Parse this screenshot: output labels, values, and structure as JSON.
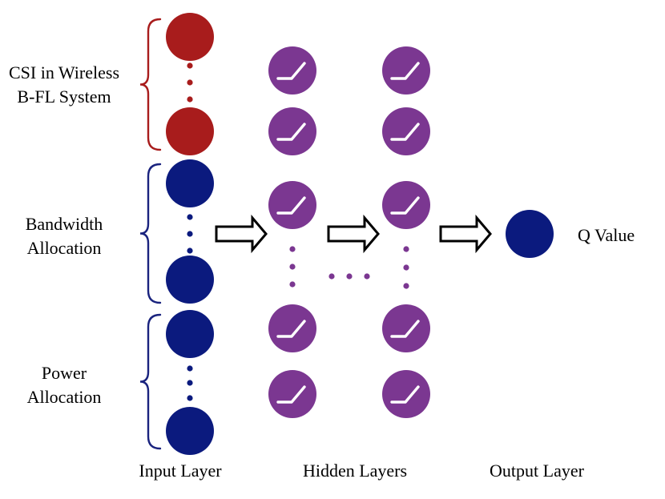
{
  "groups": {
    "csi": {
      "line1": "CSI in Wireless",
      "line2": "B-FL System"
    },
    "bandwidth": {
      "line1": "Bandwidth",
      "line2": "Allocation"
    },
    "power": {
      "line1": "Power",
      "line2": "Allocation"
    }
  },
  "output": {
    "label": "Q Value"
  },
  "layers": {
    "input": "Input Layer",
    "hidden": "Hidden Layers",
    "output": "Output Layer"
  },
  "colors": {
    "csi_node": "#a81c1c",
    "input_node": "#0b1a7e",
    "hidden_node": "#7b3791",
    "output_node": "#0b1a7e",
    "brace_csi": "#a81c1c",
    "brace_blue": "#1a237e",
    "arrow_stroke": "#000000",
    "arrow_fill": "#ffffff"
  },
  "icons": {
    "hidden_node": "relu-activation-icon",
    "arrow": "block-arrow-right-icon"
  }
}
